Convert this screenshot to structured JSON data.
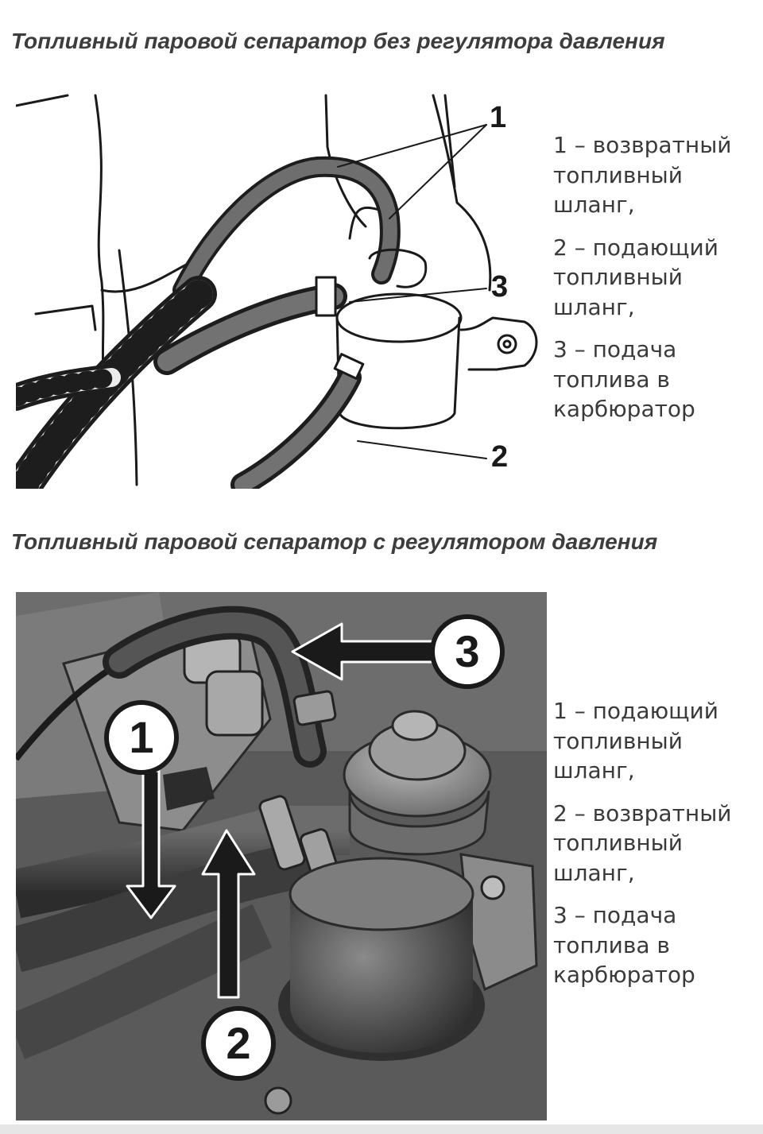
{
  "section_1": {
    "heading": "Топливный паровой сепаратор без регулятора давления",
    "figure_callouts": [
      "1",
      "3",
      "2"
    ],
    "captions": [
      "1 – возвратный топливный шланг,",
      "2 – подающий топливный шланг,",
      "3 – подача топлива в карбюратор"
    ]
  },
  "section_2": {
    "heading": "Топливный паровой сепаратор с регулятором давления",
    "figure_callouts": [
      "3",
      "1",
      "2"
    ],
    "captions": [
      "1 – подающий топливный шланг,",
      "2 – возвратный топливный шланг,",
      "3 – подача топлива в карбюратор"
    ]
  }
}
